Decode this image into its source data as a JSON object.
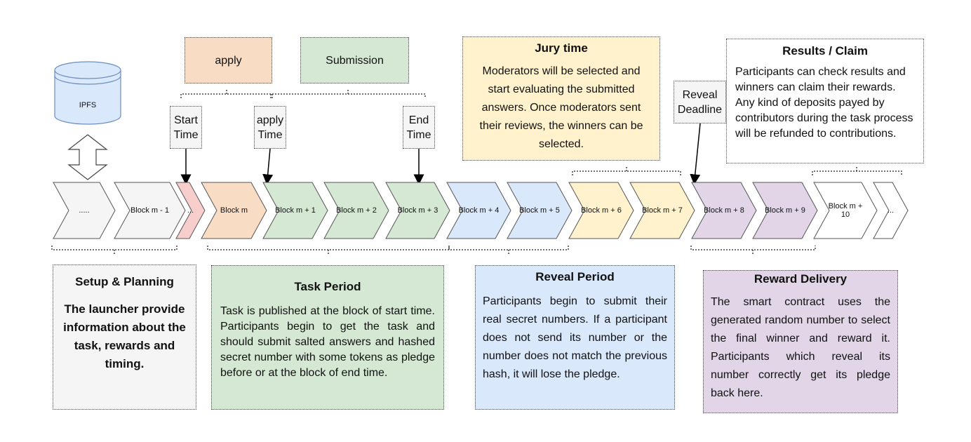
{
  "ipfs": {
    "label": "IPFS"
  },
  "top_boxes": {
    "apply": {
      "label": "apply",
      "color": "#f9dcc4"
    },
    "submission": {
      "label": "Submission",
      "color": "#d5e8d4"
    }
  },
  "markers": {
    "start": {
      "line1": "Start",
      "line2": "Time"
    },
    "apply": {
      "line1": "apply",
      "line2": "Time"
    },
    "end": {
      "line1": "End",
      "line2": "Time"
    },
    "reveal": {
      "line1": "Reveal",
      "line2": "Deadline"
    }
  },
  "jury": {
    "title": "Jury time",
    "body": "Moderators will be selected and start evaluating the submitted answers. Once moderators sent their  reviews, the winners can be selected.",
    "color": "#fff2cc"
  },
  "results": {
    "title": "Results / Claim",
    "body": "Participants can check results and winners can claim their rewards. Any kind of deposits payed by contributors during the task process will be refunded to contributions."
  },
  "blocks": [
    {
      "label": ".....",
      "fill": "#f5f5f5"
    },
    {
      "label": "Block m - 1",
      "fill": "#f5f5f5"
    },
    {
      "label": "...",
      "fill": "#f8cecc"
    },
    {
      "label": "Block m",
      "fill": "#f9dcc4"
    },
    {
      "label": "Block m + 1",
      "fill": "#d5e8d4"
    },
    {
      "label": "Block m + 2",
      "fill": "#d5e8d4"
    },
    {
      "label": "Block m + 3",
      "fill": "#d5e8d4"
    },
    {
      "label": "Block m + 4",
      "fill": "#dae8fc"
    },
    {
      "label": "Block m + 5",
      "fill": "#dae8fc"
    },
    {
      "label": "Block m + 6",
      "fill": "#fff2cc"
    },
    {
      "label": "Block m + 7",
      "fill": "#fff2cc"
    },
    {
      "label": "Block m + 8",
      "fill": "#e1d5e7"
    },
    {
      "label": "Block m + 9",
      "fill": "#e1d5e7"
    },
    {
      "label": "Block m + 10",
      "fill": "#ffffff"
    },
    {
      "label": "...",
      "fill": "#ffffff"
    }
  ],
  "phases": {
    "setup": {
      "title": "Setup & Planning",
      "body": "The launcher provide information about the task, rewards and timing.",
      "color": "#f5f5f5"
    },
    "task": {
      "title": "Task Period",
      "body": "Task is published at the block of start time. Participants begin to get the task and should submit salted answers and hashed secret number with some tokens as pledge before or at the block of end time.",
      "color": "#d5e8d4"
    },
    "reveal": {
      "title": "Reveal Period",
      "body": " Participants begin to submit their real  secret numbers.  If  a participant does not send its number or the number does not match the previous hash, it will lose the pledge.",
      "color": "#dae8fc"
    },
    "reward": {
      "title": "Reward Delivery",
      "body": "The smart contract uses the generated random number to select the final winner and reward it. Participants which reveal its number correctly get its pledge back here.",
      "color": "#e1d5e7"
    }
  }
}
